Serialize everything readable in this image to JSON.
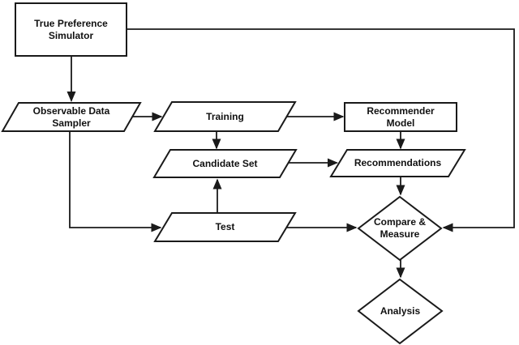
{
  "diagram": {
    "background_color": "#ffffff",
    "stroke_color": "#1a1a1a",
    "fill_color": "#ffffff",
    "text_color": "#111111",
    "nodes": {
      "true_preference_simulator": {
        "shape": "rectangle",
        "label": "True Preference Simulator",
        "lines": [
          "True Preference",
          "Simulator"
        ]
      },
      "observable_data_sampler": {
        "shape": "parallelogram",
        "label": "Observable Data Sampler",
        "lines": [
          "Observable Data",
          "Sampler"
        ]
      },
      "training": {
        "shape": "parallelogram",
        "label": "Training",
        "lines": [
          "Training"
        ]
      },
      "recommender_model": {
        "shape": "rectangle",
        "label": "Recommender Model",
        "lines": [
          "Recommender",
          "Model"
        ]
      },
      "candidate_set": {
        "shape": "parallelogram",
        "label": "Candidate Set",
        "lines": [
          "Candidate Set"
        ]
      },
      "recommendations": {
        "shape": "parallelogram",
        "label": "Recommendations",
        "lines": [
          "Recommendations"
        ]
      },
      "test": {
        "shape": "parallelogram",
        "label": "Test",
        "lines": [
          "Test"
        ]
      },
      "compare_measure": {
        "shape": "diamond",
        "label": "Compare & Measure",
        "lines": [
          "Compare &",
          "Measure"
        ]
      },
      "analysis": {
        "shape": "diamond",
        "label": "Analysis",
        "lines": [
          "Analysis"
        ]
      }
    },
    "edges": [
      {
        "from": "True Preference Simulator",
        "to": "Observable Data Sampler"
      },
      {
        "from": "True Preference Simulator",
        "to": "Compare & Measure"
      },
      {
        "from": "Observable Data Sampler",
        "to": "Training"
      },
      {
        "from": "Observable Data Sampler",
        "to": "Test"
      },
      {
        "from": "Training",
        "to": "Candidate Set"
      },
      {
        "from": "Training",
        "to": "Recommender Model"
      },
      {
        "from": "Recommender Model",
        "to": "Recommendations"
      },
      {
        "from": "Candidate Set",
        "to": "Recommendations"
      },
      {
        "from": "Test",
        "to": "Candidate Set"
      },
      {
        "from": "Test",
        "to": "Compare & Measure"
      },
      {
        "from": "Recommendations",
        "to": "Compare & Measure"
      },
      {
        "from": "Compare & Measure",
        "to": "Analysis"
      }
    ]
  }
}
